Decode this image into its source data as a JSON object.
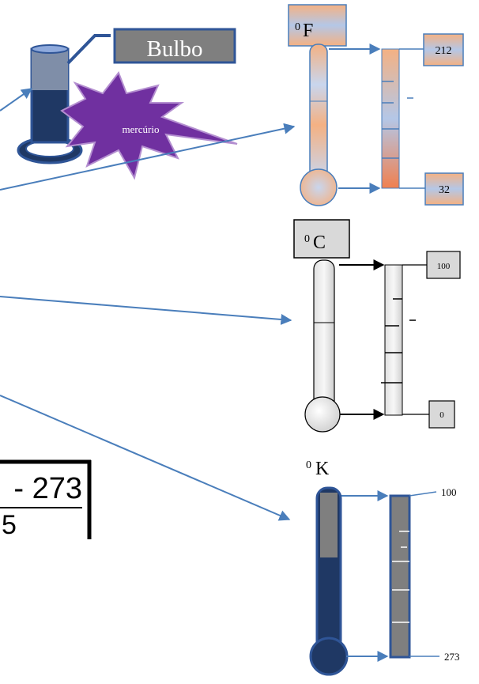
{
  "bulb_label": "Bulbo",
  "mercury_label": "mercúrio",
  "fahrenheit": {
    "unit_sup": "0",
    "unit_letter": "F",
    "top_value": "212",
    "bottom_value": "32"
  },
  "celsius": {
    "unit_sup": "0",
    "unit_letter": "C",
    "top_value": "100",
    "bottom_value": "0"
  },
  "kelvin": {
    "unit_sup": "0",
    "unit_letter": "K",
    "top_value": "100",
    "bottom_value": "273"
  },
  "formula_fragment": {
    "numerator": "- 273",
    "denominator": "5"
  },
  "colors": {
    "arrow_blue": "#4a7ebb",
    "navy": "#1f3864",
    "gray_box": "#7f7f7f",
    "purple": "#7030a0"
  }
}
